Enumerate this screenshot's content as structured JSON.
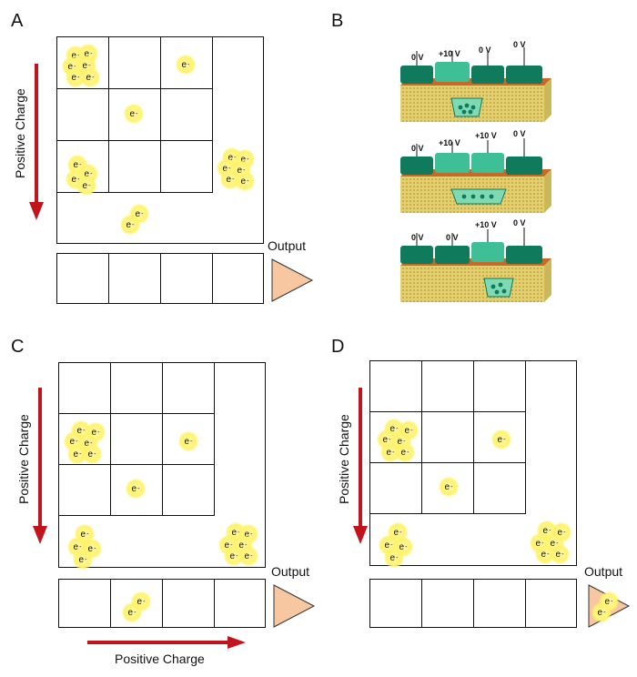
{
  "panels": {
    "a": {
      "letter": "A",
      "vertical_label": "Positive Charge",
      "output_label": "Output"
    },
    "b": {
      "letter": "B",
      "rows": [
        [
          "0 V",
          "+10 V",
          "0 V",
          "0 V"
        ],
        [
          "0 V",
          "+10 V",
          "+10 V",
          "0 V"
        ],
        [
          "0 V",
          "0 V",
          "+10 V",
          "0 V"
        ]
      ]
    },
    "c": {
      "letter": "C",
      "vertical_label": "Positive Charge",
      "horizontal_label": "Positive Charge",
      "output_label": "Output"
    },
    "d": {
      "letter": "D",
      "vertical_label": "Positive Charge",
      "output_label": "Output"
    }
  },
  "electron_symbol": "e",
  "electron_sup": "-",
  "colors": {
    "arrow": "#c0151c",
    "electron_glow": "#fff36b",
    "output_triangle": "#f7c7a2",
    "gate_dark": "#0f7a5c",
    "gate_light": "#3fbf95",
    "oxide": "#c46a2a",
    "substrate": "#e3cf6e"
  }
}
